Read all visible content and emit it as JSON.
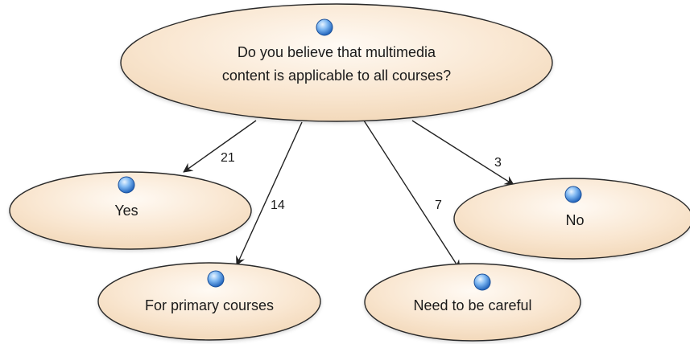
{
  "colors": {
    "node_fill_light": "#fdf3e8",
    "node_fill_dark": "#f1d6b6",
    "node_stroke": "#2a2a2a",
    "marker_blue": "#2f7fd8",
    "edge_color": "#222222"
  },
  "root": {
    "line1": "Do you believe that multimedia",
    "line2": "content is applicable to all courses?",
    "icon": "blue-circle-icon"
  },
  "answers": [
    {
      "label": "Yes",
      "count": "21",
      "icon": "blue-circle-icon"
    },
    {
      "label": "For primary courses",
      "count": "14",
      "icon": "blue-circle-icon"
    },
    {
      "label": "Need to be careful",
      "count": "7",
      "icon": "blue-circle-icon"
    },
    {
      "label": "No",
      "count": "3",
      "icon": "blue-circle-icon"
    }
  ]
}
